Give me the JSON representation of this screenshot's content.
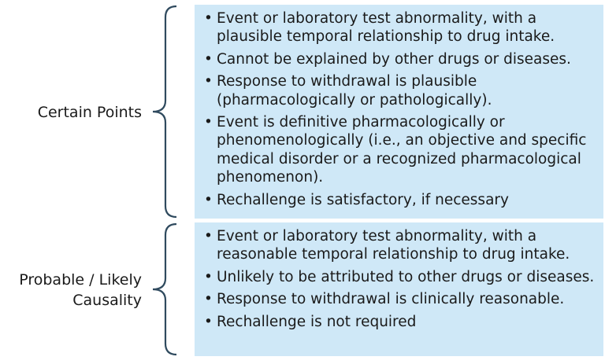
{
  "groups": [
    {
      "label": "Certain Points",
      "items": [
        "Event or laboratory test abnormality, with a plausible temporal relationship to drug intake.",
        "Cannot be explained by other drugs or diseases.",
        "Response to withdrawal is plausible (pharmacologically or pathologically).",
        "Event is definitive pharmacologically or phenomenologically (i.e., an objective and specific medical disorder or a recognized pharmacological phenomenon).",
        "Rechallenge is satisfactory, if necessary"
      ]
    },
    {
      "label": "Probable / Likely Causality",
      "items": [
        "Event or laboratory test abnormality, with a reasonable temporal relationship to drug intake.",
        "Unlikely to be attributed to other drugs or diseases.",
        "Response to withdrawal is clinically reasonable.",
        "Rechallenge is not required"
      ]
    }
  ],
  "colors": {
    "box_fill": "#cfe8f7",
    "brace": "#2f4a5e"
  }
}
